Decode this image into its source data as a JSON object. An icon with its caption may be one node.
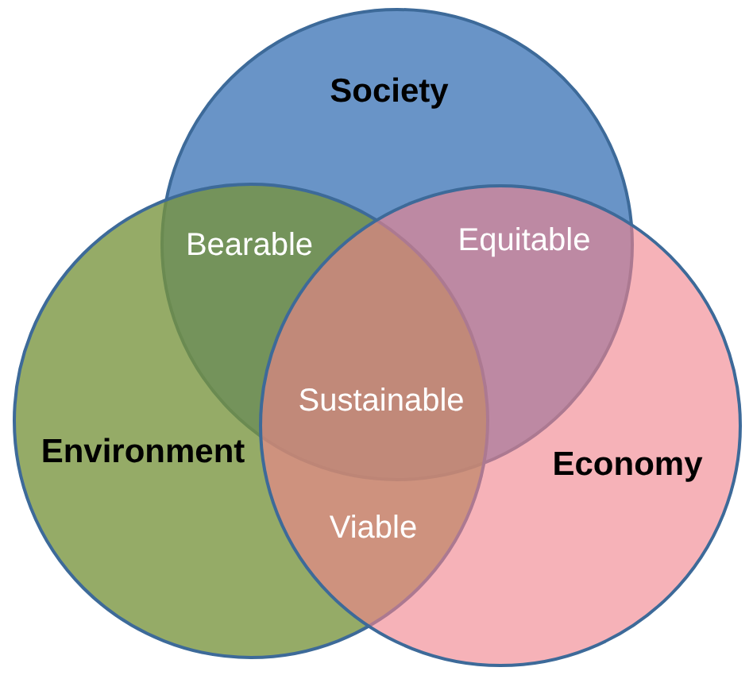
{
  "diagram": {
    "nodes": [
      {
        "text": [
          "Society"
        ]
      },
      {
        "text": [
          "Environment"
        ]
      },
      {
        "text": [
          "Economy"
        ]
      }
    ],
    "labels": [
      "Bearable",
      "Equitable",
      "Sustainable",
      "Viable"
    ]
  }
}
